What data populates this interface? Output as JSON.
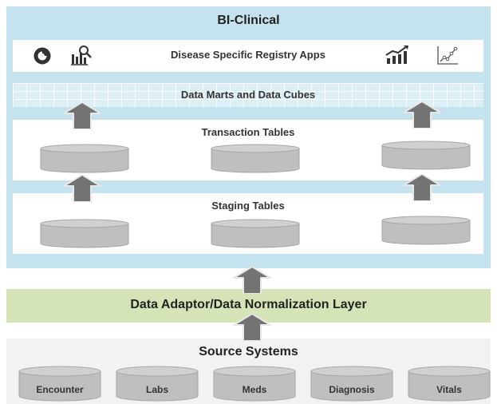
{
  "title": "BI-Clinical",
  "apps": {
    "label": "Disease Specific Registry Apps"
  },
  "marts": {
    "label": "Data Marts and Data Cubes"
  },
  "transaction": {
    "label": "Transaction Tables"
  },
  "staging": {
    "label": "Staging Tables"
  },
  "adaptor": {
    "label": "Data Adaptor/Data Normalization Layer"
  },
  "source": {
    "label": "Source Systems",
    "systems": [
      "Encounter",
      "Labs",
      "Meds",
      "Diagnosis",
      "Vitals"
    ]
  },
  "icons": [
    "donut-chart-icon",
    "bar-chart-search-icon",
    "trending-bars-icon",
    "line-chart-icon"
  ],
  "colors": {
    "bi_background": "#c5e3ef",
    "adaptor_background": "#d5e4b6",
    "source_background": "#f2f2f2",
    "arrow": "#737373",
    "cylinder": "#bfbfbf"
  }
}
